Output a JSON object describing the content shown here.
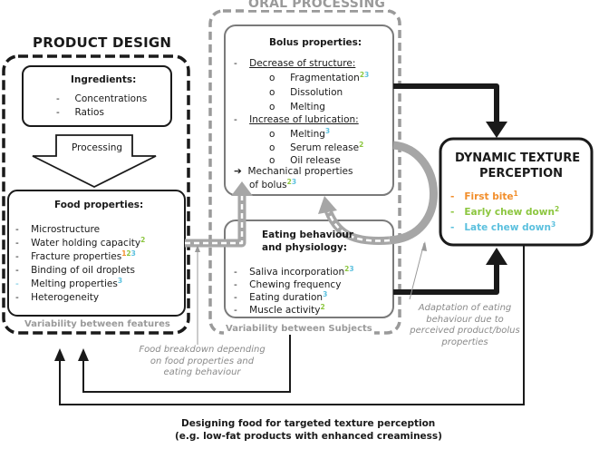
{
  "colors": {
    "orange": "#f28e2b",
    "green": "#8cc63f",
    "cyan": "#5bc0de",
    "dashed_gray": "#9a9a9a",
    "arrow_gray": "#a6a6a6"
  },
  "oral_processing": {
    "title": "ORAL PROCESSING",
    "variability": "Variability between Subjects"
  },
  "product_design": {
    "title": "PRODUCT DESIGN",
    "variability": "Variability between features"
  },
  "ingredients": {
    "title": "Ingredients:",
    "items": [
      "Concentrations",
      "Ratios"
    ]
  },
  "processing_label": "Processing",
  "food_properties": {
    "title": "Food properties:",
    "items": [
      {
        "text": "Microstructure",
        "sup": ""
      },
      {
        "text": "Water holding capacity",
        "sup": "2"
      },
      {
        "text": "Fracture properties",
        "sup": "123"
      },
      {
        "text": "Binding of oil droplets",
        "sup": ""
      },
      {
        "text": "Melting properties",
        "sup": "3"
      },
      {
        "text": "Heterogeneity",
        "sup": ""
      }
    ]
  },
  "bolus": {
    "title": "Bolus properties:",
    "decrease": "Decrease of structure:",
    "decrease_items": [
      {
        "text": "Fragmentation",
        "sup": "23"
      },
      {
        "text": "Dissolution",
        "sup": ""
      },
      {
        "text": "Melting",
        "sup": ""
      }
    ],
    "increase": "Increase of lubrication:",
    "increase_items": [
      {
        "text": "Melting",
        "sup": "3"
      },
      {
        "text": "Serum release",
        "sup": "2"
      },
      {
        "text": "Oil release",
        "sup": ""
      }
    ],
    "mechanical_line1": "Mechanical properties",
    "mechanical_line2": "of bolus",
    "mechanical_sup": "23"
  },
  "eating": {
    "title_line1": "Eating behaviour",
    "title_line2": "and physiology:",
    "items": [
      {
        "text": "Saliva incorporation",
        "sup": "23"
      },
      {
        "text": "Chewing frequency",
        "sup": ""
      },
      {
        "text": "Eating duration",
        "sup": "3"
      },
      {
        "text": "Muscle activity",
        "sup": "2"
      }
    ]
  },
  "dynamic": {
    "title_line1": "DYNAMIC TEXTURE",
    "title_line2": "PERCEPTION",
    "items": [
      {
        "text": "First bite",
        "sup": "1"
      },
      {
        "text": "Early chew down",
        "sup": "2"
      },
      {
        "text": "Late chew down",
        "sup": "3"
      }
    ]
  },
  "notes": {
    "food_breakdown": "Food breakdown depending on food properties and eating behaviour",
    "adaptation": "Adaptation of eating behaviour due to perceived product/bolus properties"
  },
  "bottom": {
    "line1": "Designing food for targeted texture perception",
    "line2": "(e.g. low-fat products with enhanced creaminess)"
  }
}
